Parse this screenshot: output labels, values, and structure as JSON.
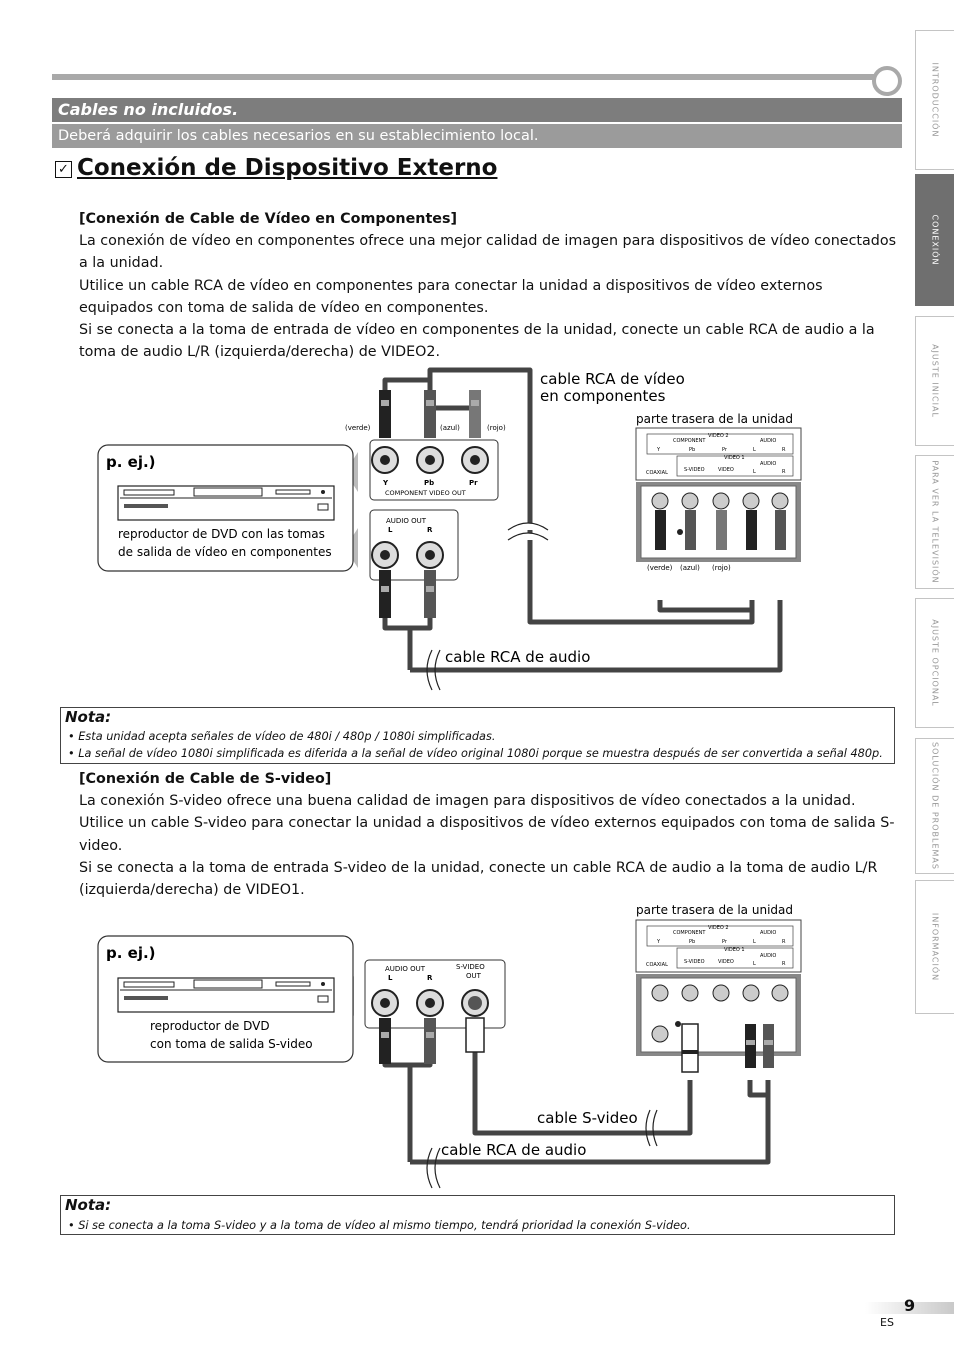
{
  "banner": {
    "cables_title": "Cables no incluidos.",
    "cables_text": "Deberá adquirir los cables necesarios en su establecimiento local."
  },
  "title": {
    "check": "☑",
    "text": "Conexión de Dispositivo Externo"
  },
  "sidebar": {
    "tabs": [
      {
        "label": "INTRODUCCIÓN",
        "active": false
      },
      {
        "label": "CONEXIÓN",
        "active": true
      },
      {
        "label": "AJUSTE INICIAL",
        "active": false
      },
      {
        "label": "PARA VER LA TELEVISIÓN",
        "active": false
      },
      {
        "label": "AJUSTE OPCIONAL",
        "active": false
      },
      {
        "label": "SOLUCIÓN DE PROBLEMAS",
        "active": false
      },
      {
        "label": "INFORMACIÓN",
        "active": false
      }
    ]
  },
  "section1": {
    "heading": "[Conexión de Cable de Vídeo en Componentes]",
    "p1": "La conexión de vídeo en componentes ofrece una mejor calidad de imagen para dispositivos de vídeo conectados a la unidad.",
    "p2": "Utilice un cable RCA de vídeo en componentes para conectar la unidad a dispositivos de vídeo externos equipados con toma de salida de vídeo en componentes.",
    "p3": "Si se conecta a la toma de entrada de vídeo en componentes de la unidad, conecte un cable RCA de audio a la toma de audio L/R (izquierda/derecha) de VIDEO2."
  },
  "diagram1": {
    "example": "p. ej.)",
    "device_caption_1": "reproductor de DVD con las tomas",
    "device_caption_2": "de salida de vídeo en componentes",
    "component_cable_1": "cable RCA de vídeo",
    "component_cable_2": "en componentes",
    "audio_cable": "cable RCA de audio",
    "rear_label": "parte trasera de la unidad",
    "verde": "(verde)",
    "azul": "(azul)",
    "rojo": "(rojo)",
    "y": "Y",
    "pb": "Pb",
    "pr": "Pr",
    "component_video_out": "COMPONENT VIDEO OUT",
    "audio_out": "AUDIO OUT",
    "l": "L",
    "r": "R"
  },
  "panel": {
    "video2": "VIDEO 2",
    "component": "COMPONENT",
    "audio": "AUDIO",
    "video1": "VIDEO 1",
    "coaxial": "COAXIAL",
    "svideo": "S-VIDEO",
    "video": "VIDEO",
    "y": "Y",
    "pb": "Pb",
    "pr": "Pr",
    "l": "L",
    "r": "R"
  },
  "note1": {
    "heading": "Nota:",
    "items": [
      "• Esta unidad acepta señales de vídeo de 480i / 480p / 1080i simplificadas.",
      "• La señal de vídeo 1080i simplificada es diferida a la señal de vídeo original 1080i porque se muestra después de ser convertida a señal 480p."
    ]
  },
  "section2": {
    "heading": "[Conexión de Cable de S-video]",
    "p1": "La conexión S-video ofrece una buena calidad de imagen para dispositivos de vídeo conectados a la unidad.",
    "p2": "Utilice un cable S-video para conectar la unidad a dispositivos de vídeo externos equipados con toma de salida S-video.",
    "p3": "Si se conecta a la toma de entrada S-video de la unidad, conecte un cable RCA de audio a la toma de audio L/R (izquierda/derecha) de VIDEO1."
  },
  "diagram2": {
    "example": "p. ej.)",
    "device_caption_1": "reproductor de DVD",
    "device_caption_2": "con toma de salida S-video",
    "audio_out": "AUDIO OUT",
    "l": "L",
    "r": "R",
    "svideo_out_1": "S-VIDEO",
    "svideo_out_2": "OUT",
    "rear_label": "parte trasera de la unidad",
    "svideo_cable": "cable S-video",
    "audio_cable": "cable RCA de audio"
  },
  "note2": {
    "heading": "Nota:",
    "items": [
      "• Si se conecta a la toma S-video y a la toma de vídeo al mismo tiempo, tendrá prioridad la conexión S-video."
    ]
  },
  "footer": {
    "page": "9",
    "lang": "ES"
  }
}
